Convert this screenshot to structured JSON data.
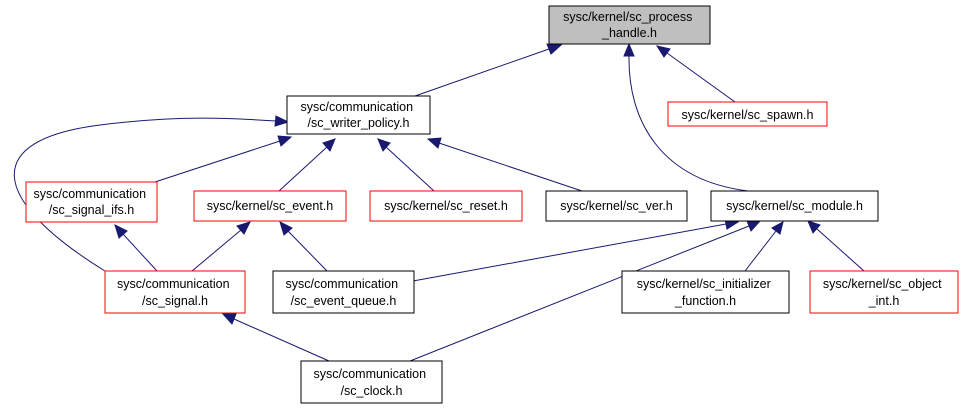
{
  "colors": {
    "edge": "#191970",
    "border_default": "#000000",
    "border_incomplete": "#ff0000",
    "fill_default": "#ffffff",
    "fill_focus": "#bfbfbf"
  },
  "nodes": {
    "process_handle": {
      "lines": [
        "sysc/kernel/sc_process",
        "_handle.h"
      ],
      "style": "focus"
    },
    "writer_policy": {
      "lines": [
        "sysc/communication",
        "/sc_writer_policy.h"
      ],
      "style": "default"
    },
    "spawn": {
      "lines": [
        "sysc/kernel/sc_spawn.h"
      ],
      "style": "incomplete"
    },
    "signal_ifs": {
      "lines": [
        "sysc/communication",
        "/sc_signal_ifs.h"
      ],
      "style": "incomplete"
    },
    "event": {
      "lines": [
        "sysc/kernel/sc_event.h"
      ],
      "style": "incomplete"
    },
    "reset": {
      "lines": [
        "sysc/kernel/sc_reset.h"
      ],
      "style": "incomplete"
    },
    "ver": {
      "lines": [
        "sysc/kernel/sc_ver.h"
      ],
      "style": "default"
    },
    "module": {
      "lines": [
        "sysc/kernel/sc_module.h"
      ],
      "style": "default"
    },
    "signal": {
      "lines": [
        "sysc/communication",
        "/sc_signal.h"
      ],
      "style": "incomplete"
    },
    "event_queue": {
      "lines": [
        "sysc/communication",
        "/sc_event_queue.h"
      ],
      "style": "default"
    },
    "initializer": {
      "lines": [
        "sysc/kernel/sc_initializer",
        "_function.h"
      ],
      "style": "default"
    },
    "object_int": {
      "lines": [
        "sysc/kernel/sc_object",
        "_int.h"
      ],
      "style": "incomplete"
    },
    "clock": {
      "lines": [
        "sysc/communication",
        "/sc_clock.h"
      ],
      "style": "default"
    }
  },
  "edges": [
    {
      "from": "writer_policy",
      "to": "process_handle"
    },
    {
      "from": "spawn",
      "to": "process_handle"
    },
    {
      "from": "module",
      "to": "process_handle"
    },
    {
      "from": "signal",
      "to": "writer_policy"
    },
    {
      "from": "signal_ifs",
      "to": "writer_policy"
    },
    {
      "from": "event",
      "to": "writer_policy"
    },
    {
      "from": "reset",
      "to": "writer_policy"
    },
    {
      "from": "ver",
      "to": "writer_policy"
    },
    {
      "from": "signal",
      "to": "signal_ifs"
    },
    {
      "from": "signal",
      "to": "event"
    },
    {
      "from": "event_queue",
      "to": "event"
    },
    {
      "from": "event_queue",
      "to": "module"
    },
    {
      "from": "clock",
      "to": "module"
    },
    {
      "from": "initializer",
      "to": "module"
    },
    {
      "from": "object_int",
      "to": "module"
    },
    {
      "from": "clock",
      "to": "signal"
    }
  ]
}
